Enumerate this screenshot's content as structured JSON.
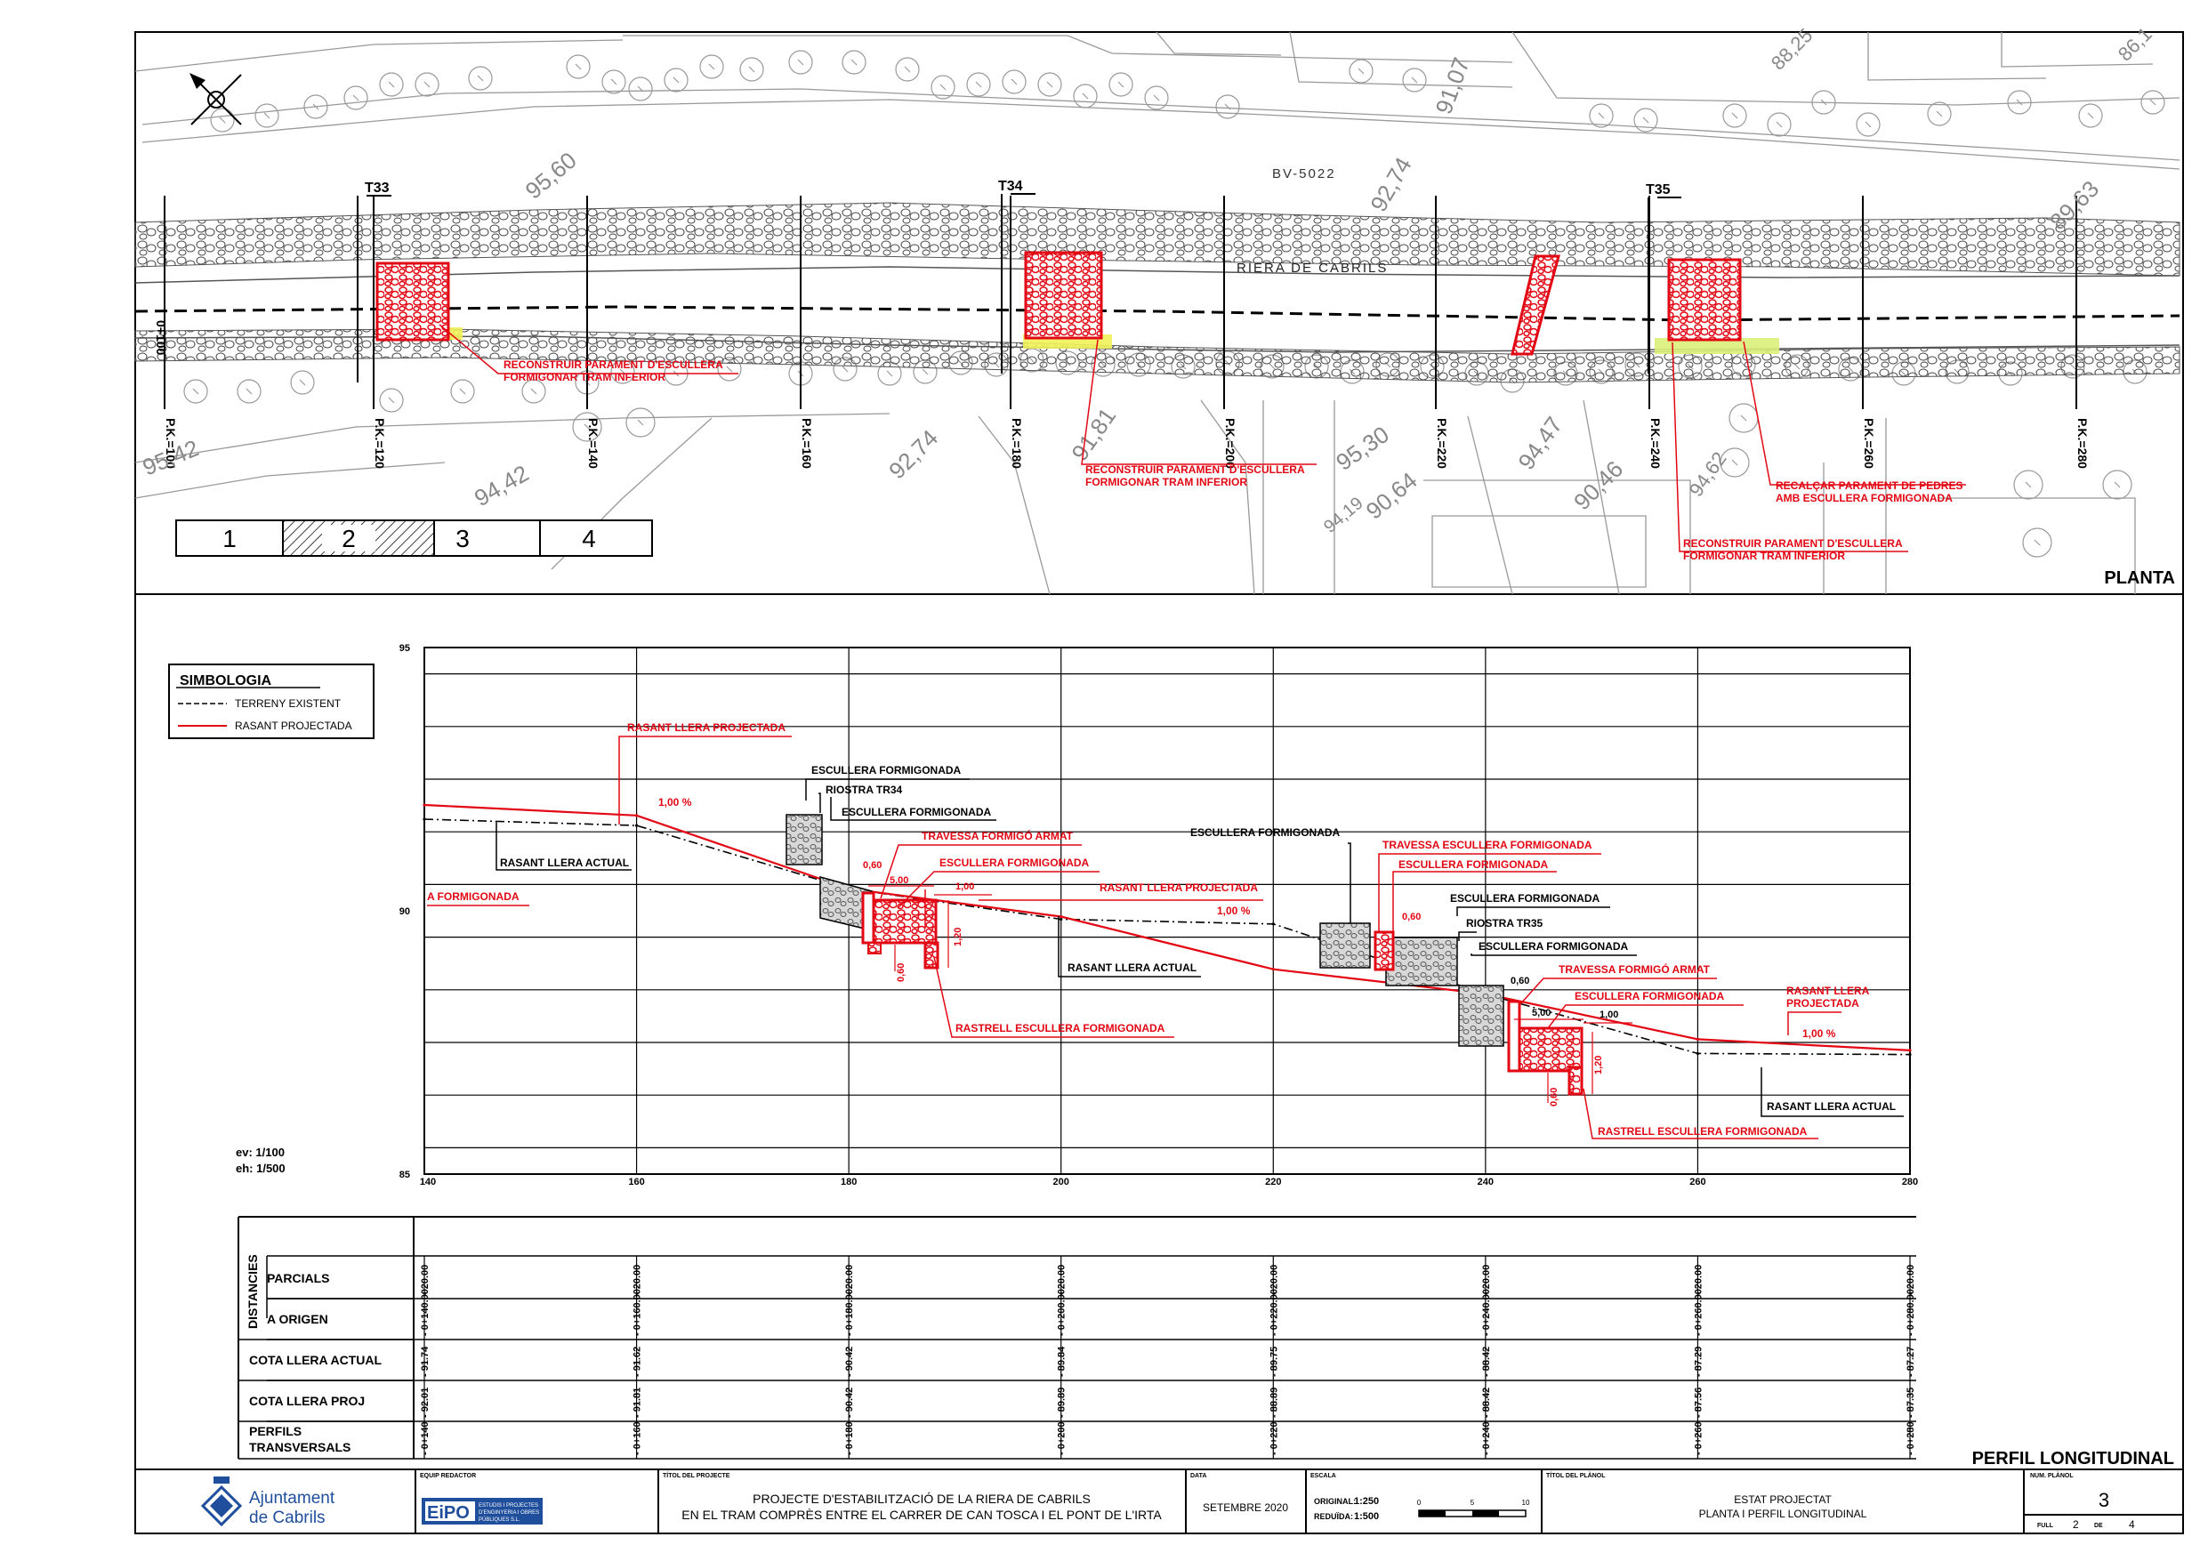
{
  "plan": {
    "road_label": "BV-5022",
    "river_label": "RIERA DE CABRILS",
    "planta_label": "PLANTA",
    "sections": [
      "T33",
      "T34",
      "T35"
    ],
    "pk_labels": [
      "P.K.=100",
      "P.K.=120",
      "P.K.=140",
      "P.K.=160",
      "P.K.=180",
      "P.K.=200",
      "P.K.=220",
      "P.K.=240",
      "P.K.=260",
      "P.K.=280"
    ],
    "start_label": "0+100",
    "elevations": [
      "95,42",
      "94,42",
      "92,74",
      "91,81",
      "95,30",
      "94,19",
      "90,64",
      "94,47",
      "90,46",
      "94,62",
      "95,60",
      "92,74",
      "91,07",
      "88,25",
      "89,63",
      "86,1"
    ],
    "notes": [
      {
        "l1": "RECONSTRUIR PARAMENT D'ESCULLERA",
        "l2": "FORMIGONAR TRAM INFERIOR"
      },
      {
        "l1": "RECONSTRUIR PARAMENT D'ESCULLERA",
        "l2": "FORMIGONAR TRAM INFERIOR"
      },
      {
        "l1": "RECALÇAR PARAMENT DE PEDRES",
        "l2": "AMB ESCULLERA FORMIGONADA"
      },
      {
        "l1": "RECONSTRUIR PARAMENT D'ESCULLERA",
        "l2": "FORMIGONAR TRAM INFERIOR"
      }
    ],
    "key_plan": [
      "1",
      "2",
      "3",
      "4"
    ]
  },
  "legend": {
    "title": "SIMBOLOGIA",
    "items": [
      {
        "label": "TERRENY EXISTENT",
        "color": "#000000"
      },
      {
        "label": "RASANT PROJECTADA",
        "color": "#e30613"
      }
    ]
  },
  "profile": {
    "scales": {
      "ev": "ev: 1/100",
      "eh": "eh: 1/500"
    },
    "title": "PERFIL LONGITUDINAL",
    "labels": {
      "rasant_proj": "RASANT LLERA PROJECTADA",
      "rasant_proj_2": "RASANT LLERA PROJECTADA",
      "rasant_proj_3a": "RASANT LLERA",
      "rasant_proj_3b": "PROJECTADA",
      "rasant_actual_1": "RASANT LLERA ACTUAL",
      "rasant_actual_2": "RASANT LLERA ACTUAL",
      "rasant_actual_3": "RASANT LLERA ACTUAL",
      "formigonada_left": "A FORMIGONADA",
      "esc_form_1": "ESCULLERA FORMIGONADA",
      "riostra_34": "RIOSTRA TR34",
      "esc_form_2": "ESCULLERA FORMIGONADA",
      "travessa_1": "TRAVESSA FORMIGÓ ARMAT",
      "esc_form_red_1": "ESCULLERA FORMIGONADA",
      "rastrell_1": "RASTRELL ESCULLERA FORMIGONADA",
      "esc_form_3": "ESCULLERA FORMIGONADA",
      "travessa_esc": "TRAVESSA ESCULLERA FORMIGONADA",
      "esc_form_red_2": "ESCULLERA FORMIGONADA",
      "esc_form_4": "ESCULLERA FORMIGONADA",
      "riostra_35": "RIOSTRA TR35",
      "esc_form_5": "ESCULLERA FORMIGONADA",
      "travessa_2": "TRAVESSA FORMIGÓ ARMAT",
      "esc_form_red_3": "ESCULLERA FORMIGONADA",
      "rastrell_2": "RASTRELL ESCULLERA FORMIGONADA",
      "slope_1": "1,00 %",
      "slope_2": "1,00 %",
      "slope_3": "1,00 %",
      "d060a": "0,60",
      "d500a": "5,00",
      "d100a": "1,00",
      "d120a": "1,20",
      "d060b": "0,60",
      "d060c": "0,60",
      "d060d": "0,60",
      "d500b": "5,00",
      "d100b": "1,00",
      "d120b": "1,20",
      "d060e": "0,60"
    }
  },
  "chart_data": {
    "type": "line",
    "x": [
      140,
      160,
      180,
      200,
      220,
      240,
      260,
      280
    ],
    "xlim": [
      140,
      280
    ],
    "ylim": [
      85,
      95
    ],
    "x_ticks": [
      "140",
      "160",
      "180",
      "200",
      "220",
      "240",
      "260",
      "280"
    ],
    "y_ticks": [
      "85",
      "90",
      "95"
    ],
    "grid": true,
    "series": [
      {
        "name": "TERRENY EXISTENT",
        "color": "#000000",
        "dashed": true,
        "values": [
          91.74,
          91.62,
          90.42,
          89.84,
          89.75,
          88.42,
          87.29,
          87.27
        ]
      },
      {
        "name": "RASANT PROJECTADA",
        "color": "#e30613",
        "dashed": false,
        "values": [
          92.01,
          91.81,
          90.42,
          89.89,
          88.89,
          88.42,
          87.56,
          87.35
        ]
      }
    ]
  },
  "table": {
    "group_label": "DISTANCIES",
    "rows": [
      {
        "label": "PARCIALS",
        "values": [
          "20.00",
          "20.00",
          "20.00",
          "20.00",
          "20.00",
          "20.00",
          "20.00",
          "20.00"
        ]
      },
      {
        "label": "A ORIGEN",
        "values": [
          "0+140.00",
          "0+160.00",
          "0+180.00",
          "0+200.00",
          "0+220.00",
          "0+240.00",
          "0+260.00",
          "0+280.00"
        ]
      },
      {
        "label": "COTA LLERA ACTUAL",
        "values": [
          "91.74",
          "91.62",
          "90.42",
          "89.84",
          "89.75",
          "88.42",
          "87.29",
          "87.27"
        ]
      },
      {
        "label": "COTA LLERA PROJ",
        "values": [
          "92.01",
          "91.81",
          "90.42",
          "89.89",
          "88.89",
          "88.42",
          "87.56",
          "87.35"
        ]
      },
      {
        "label": "PERFILS TRANSVERSALS",
        "values": [
          "0+140",
          "0+160",
          "0+180",
          "0+200",
          "0+220",
          "0+240",
          "0+260",
          "0+280"
        ]
      }
    ]
  },
  "title_block": {
    "org_line1": "Ajuntament",
    "org_line2": "de Cabrils",
    "equip_label": "EQUIP REDACTOR",
    "eipo": "EiPO",
    "eipo_sub1": "ESTUDIS I PROJECTES",
    "eipo_sub2": "D'ENGINYERIA I OBRES",
    "eipo_sub3": "PÚBLIQUES S.L.",
    "titol_projecte_label": "TÍTOL DEL PROJECTE",
    "project_line1": "PROJECTE D'ESTABILITZACIÓ DE LA RIERA DE CABRILS",
    "project_line2": "EN EL TRAM COMPRÈS ENTRE EL CARRER DE CAN TOSCA I EL PONT DE L'IRTA",
    "data_label": "DATA",
    "date": "SETEMBRE 2020",
    "escala_label": "ESCALA",
    "original_label": "ORIGINAL:",
    "original_scale": "1:250",
    "reduida_label": "REDUÏDA:",
    "reduida_scale": "1:500",
    "scalebar": [
      "0",
      "5",
      "10"
    ],
    "titol_planol_label": "TÍTOL DEL PLÀNOL",
    "plan_title_line1": "ESTAT PROJECTAT",
    "plan_title_line2": "PLANTA I PERFIL LONGITUDINAL",
    "num_label": "NUM. PLÀNOL",
    "plan_num": "3",
    "full_label": "FULL",
    "full_num": "2",
    "de_label": "DE",
    "full_total": "4"
  }
}
